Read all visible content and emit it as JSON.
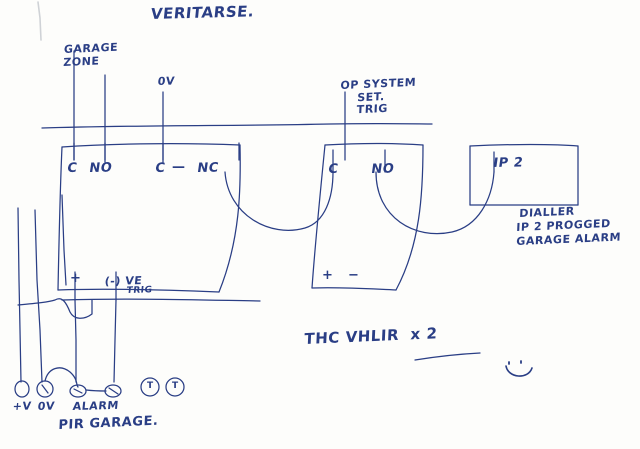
{
  "document": {
    "kind": "hand-drawn-wiring-diagram",
    "title": "VERITAS 8SE",
    "media": "scanned paper note",
    "ink_color": "#2a3e85",
    "paper_color": "#fdfdfb"
  },
  "labels": {
    "title": "VERITARSE.",
    "garage_zone": "GARAGE\nZONE",
    "zero_volt": "0V",
    "op_system_set_trig": "OP SYSTEM\n    SET.\n    TRIG",
    "panel_terminal_c": "C",
    "panel_terminal_no": "NO",
    "panel_terminal_c2": "C",
    "panel_terminal_dash": "—",
    "panel_terminal_nc": "NC",
    "panel_plus": "+",
    "panel_neg_ve_trig": "(-) VE",
    "panel_neg_ve_trig2": "TRIG",
    "relay_terminal_c": "C",
    "relay_terminal_no": "NO",
    "relay_plus": "+",
    "relay_minus": "−",
    "dialler_input": "IP 2",
    "dialler_note_line1": "DIALLER",
    "dialler_note_line2": "IP 2 PROGGED",
    "dialler_note_line3": "GARAGE ALARM",
    "center_note": "THC VHLIR  x 2",
    "pir_plus_v": "+V",
    "pir_zero_v": "0V",
    "pir_alarm": "ALARM",
    "pir_caption": "PIR GARAGE.",
    "tamper_a": "T",
    "tamper_b": "T",
    "smiley": "smiley-face-doodle"
  },
  "components": [
    {
      "name": "alarm-panel-veritas",
      "type": "control panel",
      "title": "VERITARSE.",
      "terminals": [
        "C",
        "NO",
        "C",
        "NC",
        "+",
        "(-) VE TRIG"
      ],
      "zone_label": "GARAGE ZONE",
      "supply_label": "0V"
    },
    {
      "name": "relay-module",
      "type": "relay / output module",
      "trigger_label": "OP SYSTEM SET. TRIG",
      "terminals": [
        "C",
        "NO",
        "+",
        "−"
      ]
    },
    {
      "name": "dialler",
      "type": "dialler",
      "terminals": [
        "IP 2"
      ],
      "notes": [
        "DIALLER",
        "IP 2 PROGGED",
        "GARAGE ALARM"
      ]
    },
    {
      "name": "pir-detector-garage",
      "type": "PIR detector",
      "terminals": [
        "+V",
        "0V",
        "ALARM",
        "T",
        "T"
      ],
      "caption": "PIR GARAGE."
    }
  ],
  "connections": [
    {
      "from": "panel-NC",
      "to": "relay-C",
      "style": "curved-wire"
    },
    {
      "from": "relay-NO",
      "to": "dialler-IP2",
      "style": "curved-wire"
    },
    {
      "from": "panel-C",
      "to": "garage-zone-bus",
      "style": "straight-wire"
    },
    {
      "from": "panel-NO",
      "to": "garage-zone-bus",
      "style": "straight-wire"
    },
    {
      "from": "panel-0V",
      "to": "0V-bus",
      "style": "straight-wire"
    },
    {
      "from": "pir-0V",
      "to": "pir-alarm",
      "style": "looped-wire"
    },
    {
      "from": "pir-+V",
      "to": "panel-+",
      "style": "straight-wire"
    }
  ]
}
